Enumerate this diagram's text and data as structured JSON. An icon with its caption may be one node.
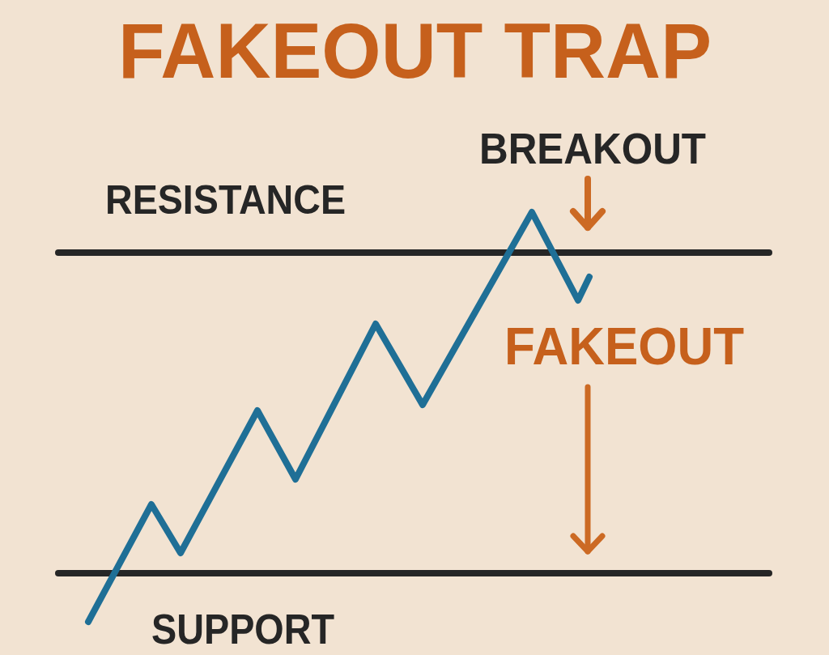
{
  "diagram": {
    "title": "FAKEOUT TRAP",
    "labels": [
      "BREAKOUT",
      "RESISTANCE",
      "FAKEOUT",
      "SUPPORT"
    ]
  }
}
